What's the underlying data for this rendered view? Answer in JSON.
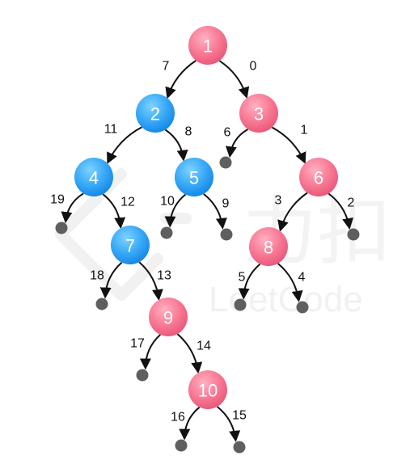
{
  "colors": {
    "blue_node_top": "#61c5ff",
    "blue_node_bottom": "#1a95f0",
    "red_node_top": "#ff9cb3",
    "red_node_bottom": "#f0607e",
    "leaf": "#5f5f5f",
    "edge": "#111111",
    "watermark": "#f1f1f1"
  },
  "watermark": {
    "icon": "leetcode-logo-watermark",
    "cn_text": "力扣",
    "en_text": "LeetCode"
  },
  "nodes": [
    {
      "id": "n1",
      "label": "1",
      "color": "red"
    },
    {
      "id": "n2",
      "label": "2",
      "color": "blue"
    },
    {
      "id": "n3",
      "label": "3",
      "color": "red"
    },
    {
      "id": "n4",
      "label": "4",
      "color": "blue"
    },
    {
      "id": "n5",
      "label": "5",
      "color": "blue"
    },
    {
      "id": "n6",
      "label": "6",
      "color": "red"
    },
    {
      "id": "n7",
      "label": "7",
      "color": "blue"
    },
    {
      "id": "n8",
      "label": "8",
      "color": "red"
    },
    {
      "id": "n9",
      "label": "9",
      "color": "red"
    },
    {
      "id": "n10",
      "label": "10",
      "color": "red"
    }
  ],
  "edges": [
    {
      "from": "n1",
      "to": "n2",
      "label": "7"
    },
    {
      "from": "n1",
      "to": "n3",
      "label": "0"
    },
    {
      "from": "n2",
      "to": "n4",
      "label": "11"
    },
    {
      "from": "n2",
      "to": "n5",
      "label": "8"
    },
    {
      "from": "n3",
      "to": "nil3a",
      "label": "6"
    },
    {
      "from": "n3",
      "to": "n6",
      "label": "1"
    },
    {
      "from": "n4",
      "to": "nil4a",
      "label": "19"
    },
    {
      "from": "n4",
      "to": "n7",
      "label": "12"
    },
    {
      "from": "n5",
      "to": "nil5a",
      "label": "10"
    },
    {
      "from": "n5",
      "to": "nil5b",
      "label": "9"
    },
    {
      "from": "n6",
      "to": "n8",
      "label": "3"
    },
    {
      "from": "n6",
      "to": "nil6b",
      "label": "2"
    },
    {
      "from": "n7",
      "to": "nil7a",
      "label": "18"
    },
    {
      "from": "n7",
      "to": "n9",
      "label": "13"
    },
    {
      "from": "n8",
      "to": "nil8a",
      "label": "5"
    },
    {
      "from": "n8",
      "to": "nil8b",
      "label": "4"
    },
    {
      "from": "n9",
      "to": "nil9a",
      "label": "17"
    },
    {
      "from": "n9",
      "to": "n10",
      "label": "14"
    },
    {
      "from": "n10",
      "to": "nil10a",
      "label": "16"
    },
    {
      "from": "n10",
      "to": "nil10b",
      "label": "15"
    }
  ]
}
